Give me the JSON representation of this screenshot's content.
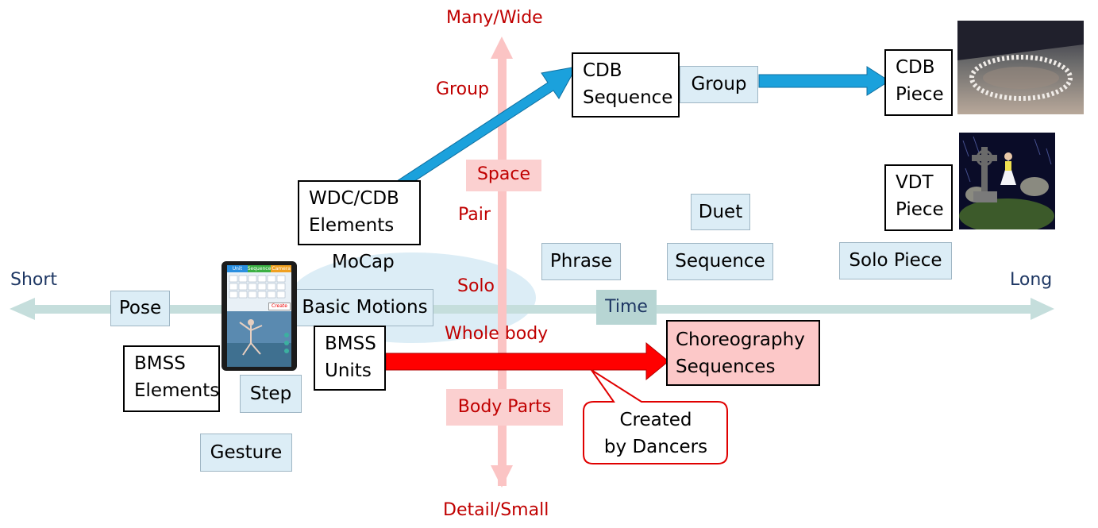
{
  "axes": {
    "top": "Many/Wide",
    "bottom": "Detail/Small",
    "left": "Short",
    "right": "Long",
    "time": "Time",
    "space": "Space",
    "body_parts": "Body Parts"
  },
  "scale_labels": {
    "group": "Group",
    "pair": "Pair",
    "solo": "Solo",
    "whole_body": "Whole body"
  },
  "nodes": {
    "pose": "Pose",
    "bmss_elements": [
      "BMSS",
      "Elements"
    ],
    "step": "Step",
    "gesture": "Gesture",
    "mocap": "MoCap",
    "basic_motions": "Basic Motions",
    "bmss_units": [
      "BMSS",
      "Units"
    ],
    "wdc_cdb_elements": [
      "WDC/CDB",
      "Elements"
    ],
    "cdb_sequence": [
      "CDB",
      "Sequence"
    ],
    "group_box": "Group",
    "cdb_piece": [
      "CDB",
      "Piece"
    ],
    "vdt_piece": [
      "VDT",
      "Piece"
    ],
    "duet": "Duet",
    "phrase": "Phrase",
    "sequence": "Sequence",
    "solo_piece": "Solo Piece",
    "choreography_sequences": [
      "Choreography",
      "Sequences"
    ],
    "created_by_dancers": [
      "Created",
      "by Dancers"
    ]
  },
  "tablet": {
    "tabs": [
      "Unit",
      "Sequence",
      "Camera"
    ],
    "create_label": "Create"
  },
  "colors": {
    "axis_teal": "#c5dedc",
    "axis_pink": "#fbc4c4",
    "arrow_blue": "#1ba1dc",
    "arrow_red": "#ff0000",
    "text_red": "#c00000",
    "text_navy": "#1f3864"
  }
}
